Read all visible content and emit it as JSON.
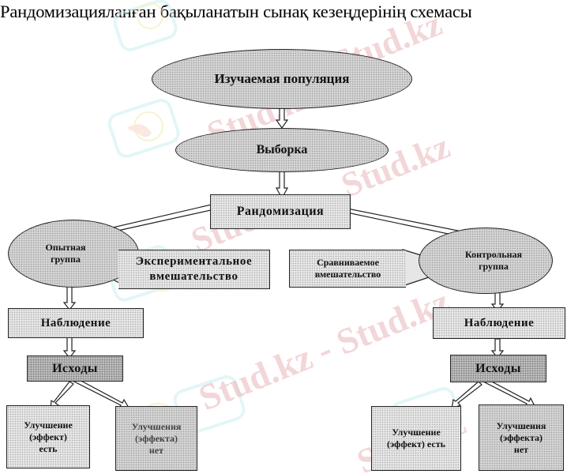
{
  "title": "Рандомизацияланған бақыланатын сынақ кезеңдерінің схемасы",
  "watermark": "Stud.kz",
  "watermark_color": "#e8b4b8",
  "nodes": {
    "population": "Изучаемая популяция",
    "sample": "Выборка",
    "randomization": "Рандомизация",
    "experimental_group_line1": "Опытная",
    "experimental_group_line2": "группа",
    "control_group_line1": "Контрольная",
    "control_group_line2": "группа",
    "experimental_intervention_line1": "Экспериментальное",
    "experimental_intervention_line2": "вмешательство",
    "compared_intervention_line1": "Сравниваемое",
    "compared_intervention_line2": "вмешательство",
    "left_observation": "Наблюдение",
    "right_observation": "Наблюдение",
    "left_outcomes": "Исходы",
    "right_outcomes": "Исходы",
    "left_effect_yes_line1": "Улучшение",
    "left_effect_yes_line2": "(эффект)",
    "left_effect_yes_line3": "есть",
    "left_effect_no_line1": "Улучшения",
    "left_effect_no_line2": "(эффекта)",
    "left_effect_no_line3": "нет",
    "right_effect_yes_line1": "Улучшение",
    "right_effect_yes_line2": "(эффект) есть",
    "right_effect_no_line1": "Улучшения",
    "right_effect_no_line2": "(эффекта)",
    "right_effect_no_line3": "нет"
  }
}
